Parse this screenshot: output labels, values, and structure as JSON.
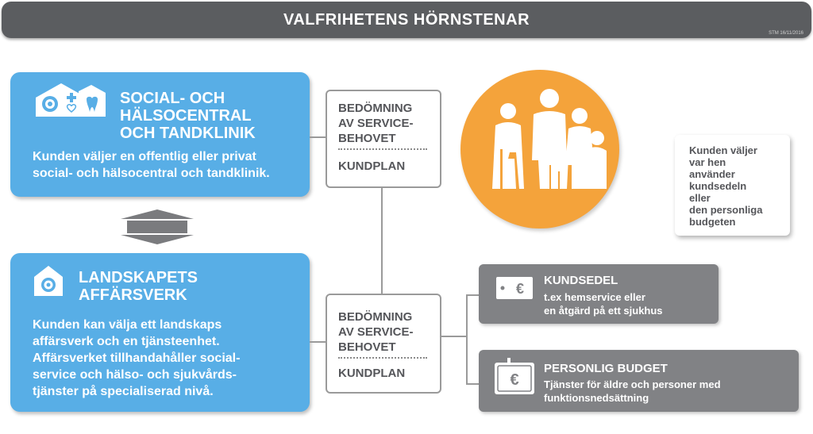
{
  "header": {
    "title": "VALFRIHETENS HÖRNSTENAR",
    "code": "STM 16/11/2016"
  },
  "social_box": {
    "title_lines": [
      "SOCIAL- OCH",
      "HÄLSOCENTRAL",
      "OCH TANDKLINIK"
    ],
    "text_lines": [
      "Kunden väljer en offentlig eller privat",
      "social- och hälsocentral och tandklinik."
    ]
  },
  "landskap_box": {
    "title_lines": [
      "LANDSKAPETS",
      "AFFÄRSVERK"
    ],
    "text_lines": [
      "Kunden kan välja ett landskaps",
      "affärsverk och en tjänsteenhet.",
      "Affärsverket tillhandahåller social-",
      "service och hälso- och sjukvårds-",
      "tjänster på specialiserad nivå."
    ]
  },
  "assessment_top": {
    "heading_lines": [
      "BEDÖMNING",
      "AV SERVICE-",
      "BEHOVET"
    ],
    "plan": "KUNDPLAN"
  },
  "assessment_bottom": {
    "heading_lines": [
      "BEDÖMNING",
      "AV SERVICE-",
      "BEHOVET"
    ],
    "plan": "KUNDPLAN"
  },
  "speech_bubble": {
    "lines": [
      "Kunden väljer",
      "var hen",
      "använder",
      "kundsedeln",
      "eller",
      "den personliga",
      "budgeten"
    ]
  },
  "kundsedel": {
    "title": "KUNDSEDEL",
    "text_lines": [
      "t.ex hemservice eller",
      "en åtgärd på ett sjukhus"
    ],
    "icon_symbol": "€"
  },
  "budget": {
    "title": "PERSONLIG BUDGET",
    "text_lines": [
      "Tjänster för äldre och personer med",
      "funktionsnedsättning"
    ],
    "icon_symbol": "€"
  },
  "colors": {
    "header_bg": "#5b5d60",
    "blue": "#58aee6",
    "orange": "#f4a33b",
    "gray_box": "#818285",
    "connector": "#9a9a9a"
  }
}
